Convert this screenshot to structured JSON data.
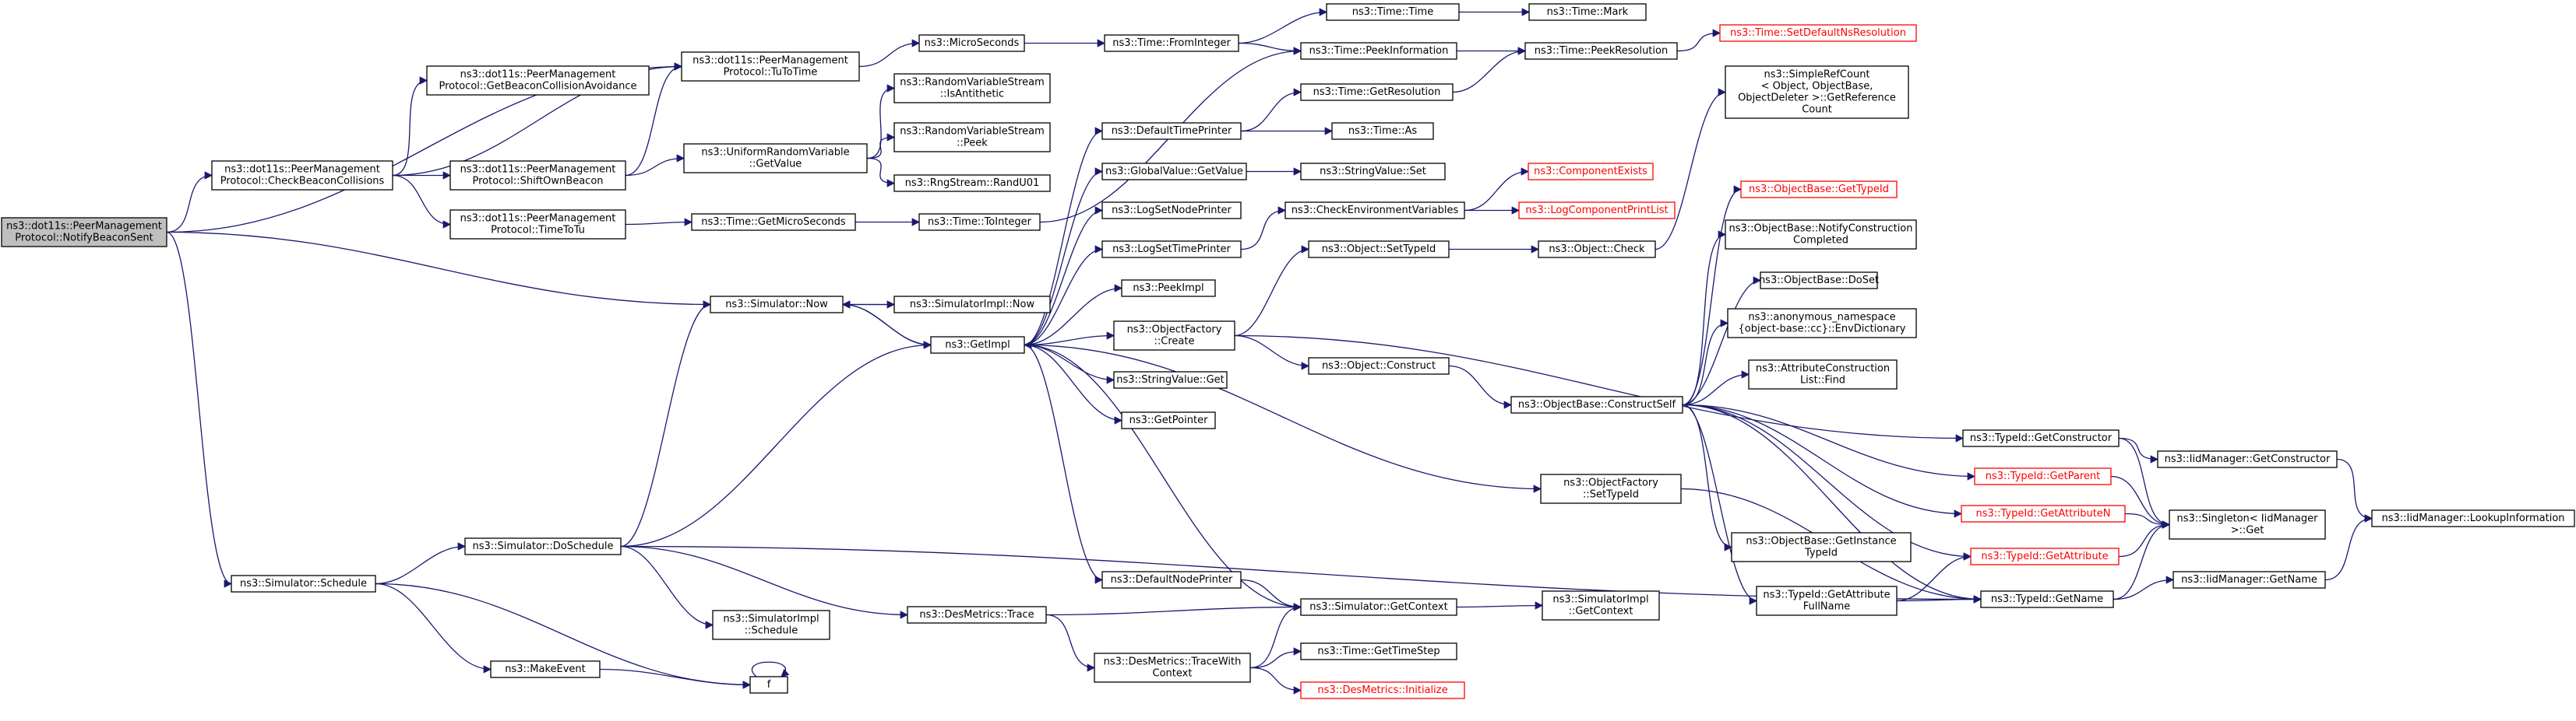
{
  "diagram": {
    "type": "call-graph",
    "nodes": [
      {
        "id": "root",
        "lines": [
          "ns3::dot11s::PeerManagement",
          "Protocol::NotifyBeaconSent"
        ],
        "root": true
      },
      {
        "id": "check",
        "lines": [
          "ns3::dot11s::PeerManagement",
          "Protocol::CheckBeaconCollisions"
        ]
      },
      {
        "id": "tutotime",
        "lines": [
          "ns3::dot11s::PeerManagement",
          "Protocol::TuToTime"
        ]
      },
      {
        "id": "getbeacon",
        "lines": [
          "ns3::dot11s::PeerManagement",
          "Protocol::GetBeaconCollisionAvoidance"
        ]
      },
      {
        "id": "shift",
        "lines": [
          "ns3::dot11s::PeerManagement",
          "Protocol::ShiftOwnBeacon"
        ]
      },
      {
        "id": "timetotu",
        "lines": [
          "ns3::dot11s::PeerManagement",
          "Protocol::TimeToTu"
        ]
      },
      {
        "id": "microseconds",
        "lines": [
          "ns3::MicroSeconds"
        ]
      },
      {
        "id": "fromint",
        "lines": [
          "ns3::Time::FromInteger"
        ]
      },
      {
        "id": "time",
        "lines": [
          "ns3::Time::Time"
        ]
      },
      {
        "id": "mark",
        "lines": [
          "ns3::Time::Mark"
        ]
      },
      {
        "id": "peekinfo",
        "lines": [
          "ns3::Time::PeekInformation"
        ]
      },
      {
        "id": "peekres",
        "lines": [
          "ns3::Time::PeekResolution"
        ]
      },
      {
        "id": "setdefres",
        "lines": [
          "ns3::Time::SetDefaultNsResolution"
        ],
        "truncated": true
      },
      {
        "id": "uniform",
        "lines": [
          "ns3::UniformRandomVariable",
          "::GetValue"
        ]
      },
      {
        "id": "isanti",
        "lines": [
          "ns3::RandomVariableStream",
          "::IsAntithetic"
        ]
      },
      {
        "id": "rvpeek",
        "lines": [
          "ns3::RandomVariableStream",
          "::Peek"
        ]
      },
      {
        "id": "randu01",
        "lines": [
          "ns3::RngStream::RandU01"
        ]
      },
      {
        "id": "getmicro",
        "lines": [
          "ns3::Time::GetMicroSeconds"
        ]
      },
      {
        "id": "toint",
        "lines": [
          "ns3::Time::ToInteger"
        ]
      },
      {
        "id": "deftime",
        "lines": [
          "ns3::DefaultTimePrinter"
        ]
      },
      {
        "id": "getres",
        "lines": [
          "ns3::Time::GetResolution"
        ]
      },
      {
        "id": "as",
        "lines": [
          "ns3::Time::As"
        ]
      },
      {
        "id": "globalget",
        "lines": [
          "ns3::GlobalValue::GetValue"
        ]
      },
      {
        "id": "svset",
        "lines": [
          "ns3::StringValue::Set"
        ]
      },
      {
        "id": "lognode",
        "lines": [
          "ns3::LogSetNodePrinter"
        ]
      },
      {
        "id": "logtime",
        "lines": [
          "ns3::LogSetTimePrinter"
        ]
      },
      {
        "id": "checkenv",
        "lines": [
          "ns3::CheckEnvironmentVariables"
        ]
      },
      {
        "id": "compexists",
        "lines": [
          "ns3::ComponentExists"
        ],
        "truncated": true
      },
      {
        "id": "logcomp",
        "lines": [
          "ns3::LogComponentPrintList"
        ],
        "truncated": true
      },
      {
        "id": "peekimpl",
        "lines": [
          "ns3::PeekImpl"
        ]
      },
      {
        "id": "simnow",
        "lines": [
          "ns3::Simulator::Now"
        ]
      },
      {
        "id": "simimplnow",
        "lines": [
          "ns3::SimulatorImpl::Now"
        ]
      },
      {
        "id": "getimpl",
        "lines": [
          "ns3::GetImpl"
        ]
      },
      {
        "id": "ofcreate",
        "lines": [
          "ns3::ObjectFactory",
          "::Create"
        ]
      },
      {
        "id": "settypeid",
        "lines": [
          "ns3::Object::SetTypeId"
        ]
      },
      {
        "id": "objcheck",
        "lines": [
          "ns3::Object::Check"
        ]
      },
      {
        "id": "simpleref",
        "lines": [
          "ns3::SimpleRefCount",
          "< Object, ObjectBase,",
          "ObjectDeleter >::GetReference",
          "Count"
        ]
      },
      {
        "id": "obgettypeid",
        "lines": [
          "ns3::ObjectBase::GetTypeId"
        ],
        "truncated": true
      },
      {
        "id": "notify",
        "lines": [
          "ns3::ObjectBase::NotifyConstruction",
          "Completed"
        ]
      },
      {
        "id": "doset",
        "lines": [
          "ns3::ObjectBase::DoSet"
        ]
      },
      {
        "id": "envdict",
        "lines": [
          "ns3::anonymous_namespace",
          "{object-base::cc}::EnvDictionary"
        ]
      },
      {
        "id": "attrfind",
        "lines": [
          "ns3::AttributeConstruction",
          "List::Find"
        ]
      },
      {
        "id": "svget",
        "lines": [
          "ns3::StringValue::Get"
        ]
      },
      {
        "id": "getpointer",
        "lines": [
          "ns3::GetPointer"
        ]
      },
      {
        "id": "objconstruct",
        "lines": [
          "ns3::Object::Construct"
        ]
      },
      {
        "id": "constructself",
        "lines": [
          "ns3::ObjectBase::ConstructSelf"
        ]
      },
      {
        "id": "getconstructor",
        "lines": [
          "ns3::TypeId::GetConstructor"
        ]
      },
      {
        "id": "iidgetconstructor",
        "lines": [
          "ns3::IidManager::GetConstructor"
        ]
      },
      {
        "id": "lookup",
        "lines": [
          "ns3::IidManager::LookupInformation"
        ]
      },
      {
        "id": "getparent",
        "lines": [
          "ns3::TypeId::GetParent"
        ],
        "truncated": true
      },
      {
        "id": "singleton",
        "lines": [
          "ns3::Singleton< IidManager",
          "  >::Get"
        ]
      },
      {
        "id": "getattrn",
        "lines": [
          "ns3::TypeId::GetAttributeN"
        ],
        "truncated": true
      },
      {
        "id": "getattribute",
        "lines": [
          "ns3::TypeId::GetAttribute"
        ],
        "truncated": true
      },
      {
        "id": "ofsettypeid",
        "lines": [
          "ns3::ObjectFactory",
          "::SetTypeId"
        ]
      },
      {
        "id": "getinstance",
        "lines": [
          "ns3::ObjectBase::GetInstance",
          "TypeId"
        ]
      },
      {
        "id": "attrfullname",
        "lines": [
          "ns3::TypeId::GetAttribute",
          "FullName"
        ]
      },
      {
        "id": "getname",
        "lines": [
          "ns3::TypeId::GetName"
        ]
      },
      {
        "id": "iidgetname",
        "lines": [
          "ns3::IidManager::GetName"
        ]
      },
      {
        "id": "schedule",
        "lines": [
          "ns3::Simulator::Schedule"
        ]
      },
      {
        "id": "doschedule",
        "lines": [
          "ns3::Simulator::DoSchedule"
        ]
      },
      {
        "id": "implschedule",
        "lines": [
          "ns3::SimulatorImpl",
          "::Schedule"
        ]
      },
      {
        "id": "makeevent",
        "lines": [
          "ns3::MakeEvent"
        ]
      },
      {
        "id": "f",
        "lines": [
          "f"
        ]
      },
      {
        "id": "desmetrics",
        "lines": [
          "ns3::DesMetrics::Trace"
        ]
      },
      {
        "id": "tracewith",
        "lines": [
          "ns3::DesMetrics::TraceWith",
          "Context"
        ]
      },
      {
        "id": "gettimestep",
        "lines": [
          "ns3::Time::GetTimeStep"
        ]
      },
      {
        "id": "desinit",
        "lines": [
          "ns3::DesMetrics::Initialize"
        ],
        "truncated": true
      },
      {
        "id": "defnode",
        "lines": [
          "ns3::DefaultNodePrinter"
        ]
      },
      {
        "id": "getcontext",
        "lines": [
          "ns3::Simulator::GetContext"
        ]
      },
      {
        "id": "implgetcontext",
        "lines": [
          "ns3::SimulatorImpl",
          "::GetContext"
        ]
      }
    ],
    "edges": [
      [
        "root",
        "check"
      ],
      [
        "root",
        "tutotime"
      ],
      [
        "root",
        "simnow"
      ],
      [
        "root",
        "schedule"
      ],
      [
        "check",
        "getbeacon"
      ],
      [
        "check",
        "tutotime"
      ],
      [
        "check",
        "shift"
      ],
      [
        "check",
        "timetotu"
      ],
      [
        "shift",
        "tutotime"
      ],
      [
        "shift",
        "uniform"
      ],
      [
        "tutotime",
        "microseconds"
      ],
      [
        "microseconds",
        "fromint"
      ],
      [
        "fromint",
        "time"
      ],
      [
        "fromint",
        "peekinfo"
      ],
      [
        "time",
        "mark"
      ],
      [
        "peekinfo",
        "peekres"
      ],
      [
        "peekres",
        "setdefres"
      ],
      [
        "uniform",
        "isanti"
      ],
      [
        "uniform",
        "rvpeek"
      ],
      [
        "uniform",
        "randu01"
      ],
      [
        "timetotu",
        "getmicro"
      ],
      [
        "getmicro",
        "toint"
      ],
      [
        "toint",
        "peekinfo"
      ],
      [
        "simnow",
        "simimplnow"
      ],
      [
        "simnow",
        "getimpl"
      ],
      [
        "simimplnow",
        "simnow"
      ],
      [
        "getimpl",
        "deftime"
      ],
      [
        "getimpl",
        "globalget"
      ],
      [
        "getimpl",
        "lognode"
      ],
      [
        "getimpl",
        "logtime"
      ],
      [
        "getimpl",
        "peekimpl"
      ],
      [
        "getimpl",
        "ofcreate"
      ],
      [
        "getimpl",
        "svget"
      ],
      [
        "getimpl",
        "getpointer"
      ],
      [
        "getimpl",
        "ofsettypeid"
      ],
      [
        "getimpl",
        "defnode"
      ],
      [
        "getimpl",
        "simnow"
      ],
      [
        "deftime",
        "getres"
      ],
      [
        "deftime",
        "as"
      ],
      [
        "getres",
        "peekres"
      ],
      [
        "globalget",
        "svset"
      ],
      [
        "logtime",
        "checkenv"
      ],
      [
        "checkenv",
        "compexists"
      ],
      [
        "checkenv",
        "logcomp"
      ],
      [
        "ofcreate",
        "settypeid"
      ],
      [
        "ofcreate",
        "objconstruct"
      ],
      [
        "ofcreate",
        "getconstructor"
      ],
      [
        "settypeid",
        "objcheck"
      ],
      [
        "objcheck",
        "simpleref"
      ],
      [
        "objconstruct",
        "constructself"
      ],
      [
        "constructself",
        "obgettypeid"
      ],
      [
        "constructself",
        "notify"
      ],
      [
        "constructself",
        "doset"
      ],
      [
        "constructself",
        "envdict"
      ],
      [
        "constructself",
        "attrfind"
      ],
      [
        "constructself",
        "getinstance"
      ],
      [
        "constructself",
        "getparent"
      ],
      [
        "constructself",
        "getattrn"
      ],
      [
        "constructself",
        "getattribute"
      ],
      [
        "constructself",
        "attrfullname"
      ],
      [
        "constructself",
        "getname"
      ],
      [
        "getconstructor",
        "iidgetconstructor"
      ],
      [
        "getconstructor",
        "singleton"
      ],
      [
        "iidgetconstructor",
        "lookup"
      ],
      [
        "getparent",
        "singleton"
      ],
      [
        "getattrn",
        "singleton"
      ],
      [
        "getattribute",
        "singleton"
      ],
      [
        "attrfullname",
        "getname"
      ],
      [
        "attrfullname",
        "getattribute"
      ],
      [
        "getname",
        "singleton"
      ],
      [
        "getname",
        "iidgetname"
      ],
      [
        "iidgetname",
        "lookup"
      ],
      [
        "ofsettypeid",
        "getname"
      ],
      [
        "schedule",
        "doschedule"
      ],
      [
        "schedule",
        "makeevent"
      ],
      [
        "schedule",
        "f"
      ],
      [
        "doschedule",
        "simnow"
      ],
      [
        "doschedule",
        "getimpl"
      ],
      [
        "doschedule",
        "implschedule"
      ],
      [
        "doschedule",
        "desmetrics"
      ],
      [
        "doschedule",
        "getname"
      ],
      [
        "makeevent",
        "f"
      ],
      [
        "f",
        "f"
      ],
      [
        "desmetrics",
        "getcontext"
      ],
      [
        "desmetrics",
        "tracewith"
      ],
      [
        "tracewith",
        "gettimestep"
      ],
      [
        "tracewith",
        "desinit"
      ],
      [
        "tracewith",
        "getcontext"
      ],
      [
        "defnode",
        "getcontext"
      ],
      [
        "getcontext",
        "implgetcontext"
      ],
      [
        "getcontext",
        "getimpl"
      ]
    ]
  }
}
